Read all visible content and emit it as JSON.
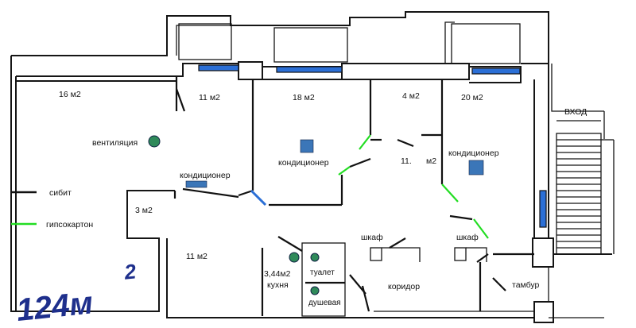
{
  "rooms": {
    "r1_area": "16 м2",
    "r2_area": "11 м2",
    "r3_area": "18 м2",
    "r4_area": "4 м2",
    "r5_area": "20 м2",
    "r6_area_num": "11.",
    "r6_area_unit": "м2",
    "r7_area": "3 м2",
    "r8_area": "11 м2",
    "kitchen_area": "3,44м2",
    "kitchen_label": "кухня",
    "toilet_label": "туалет",
    "shower_label": "душевая",
    "corridor_label": "коридор",
    "vestibule_label": "тамбур",
    "closet1_label": "шкаф",
    "closet2_label": "шкаф",
    "entrance_label": "ВХОД"
  },
  "equipment": {
    "ventilation_label": "вентиляция",
    "ac1_label": "кондиционер",
    "ac2_label": "кондиционер",
    "ac3_label": "кондиционер"
  },
  "legend": {
    "sibit_label": "сибит",
    "gypsum_label": "гипсокартон"
  },
  "total_area": {
    "number": "124м",
    "sup": "2"
  },
  "colors": {
    "sibit": "#111111",
    "gypsum": "#22dd22",
    "window": "#2b6fd6",
    "ac_unit": "#3b76b8",
    "ventilation": "#2f8a5a",
    "total_area": "#1e2f8c"
  }
}
